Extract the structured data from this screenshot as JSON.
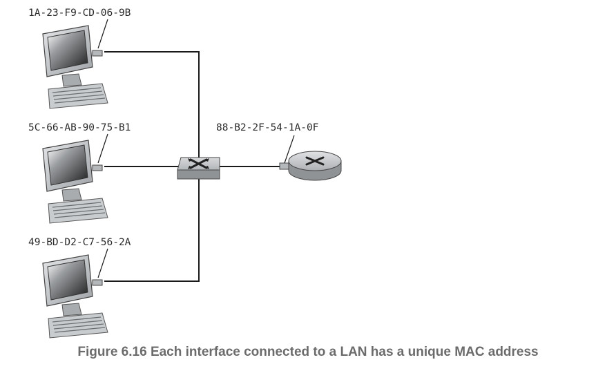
{
  "hosts": [
    {
      "mac": "1A-23-F9-CD-06-9B"
    },
    {
      "mac": "5C-66-AB-90-75-B1"
    },
    {
      "mac": "49-BD-D2-C7-56-2A"
    }
  ],
  "router": {
    "mac": "88-B2-2F-54-1A-0F"
  },
  "caption": "Figure 6.16  Each interface connected to a LAN has a unique MAC address",
  "colors": {
    "wire": "#1a1a1a",
    "device_gray": "#b9bcbf",
    "caption_text": "#6b6b6b"
  },
  "icons": {
    "host": "desktop-computer-icon",
    "switch": "switch-icon",
    "router": "router-icon"
  }
}
